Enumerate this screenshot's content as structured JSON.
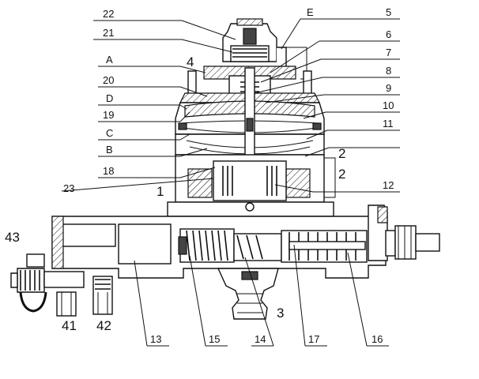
{
  "labels_left": {
    "l22": "22",
    "l21": "21",
    "lA": "A",
    "l4": "4",
    "l20": "20",
    "lD": "D",
    "l19": "19",
    "lC": "C",
    "lB": "B",
    "l18": "18",
    "l23": "23",
    "l1": "1",
    "l43": "43",
    "l41": "41",
    "l42": "42"
  },
  "labels_right": {
    "lE": "E",
    "l5": "5",
    "l6": "6",
    "l7": "7",
    "l8": "8",
    "l9": "9",
    "l10": "10",
    "l11": "11",
    "l2a": "2",
    "l2b": "2",
    "l12": "12",
    "l3": "3"
  },
  "labels_bottom": {
    "l13": "13",
    "l15": "15",
    "l14": "14",
    "l17": "17",
    "l16": "16"
  }
}
